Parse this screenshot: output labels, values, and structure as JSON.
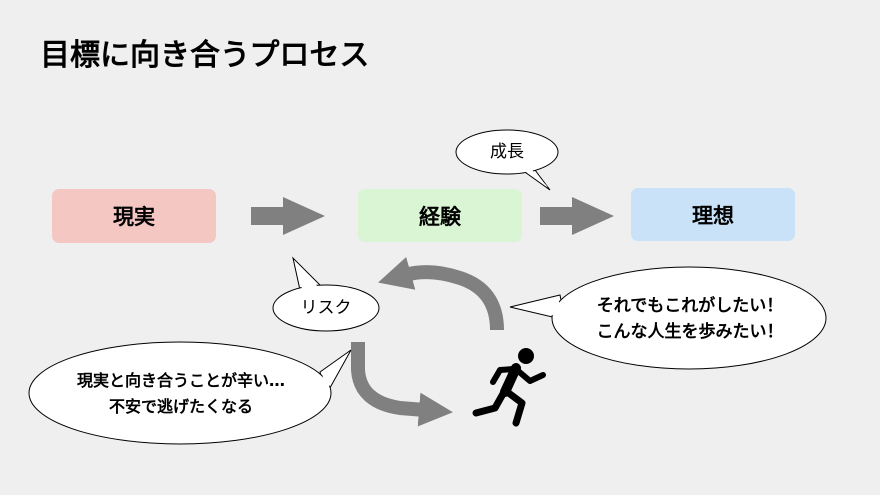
{
  "title": "目標に向き合うプロセス",
  "stages": {
    "reality": {
      "label": "現実",
      "color": "#f4c7c3"
    },
    "experience": {
      "label": "経験",
      "color": "#d9f5d3"
    },
    "ideal": {
      "label": "理想",
      "color": "#c9e2f8"
    }
  },
  "bubbles": {
    "growth": "成長",
    "risk": "リスク",
    "want_line1": "それでもこれがしたい！",
    "want_line2": "こんな人生を歩みたい！",
    "pain_line1": "現実と向き合うことが辛い…",
    "pain_line2": "不安で逃げたくなる"
  },
  "colors": {
    "arrow": "#808080",
    "background": "#efefef"
  },
  "icons": {
    "runner": "running-person-icon"
  }
}
